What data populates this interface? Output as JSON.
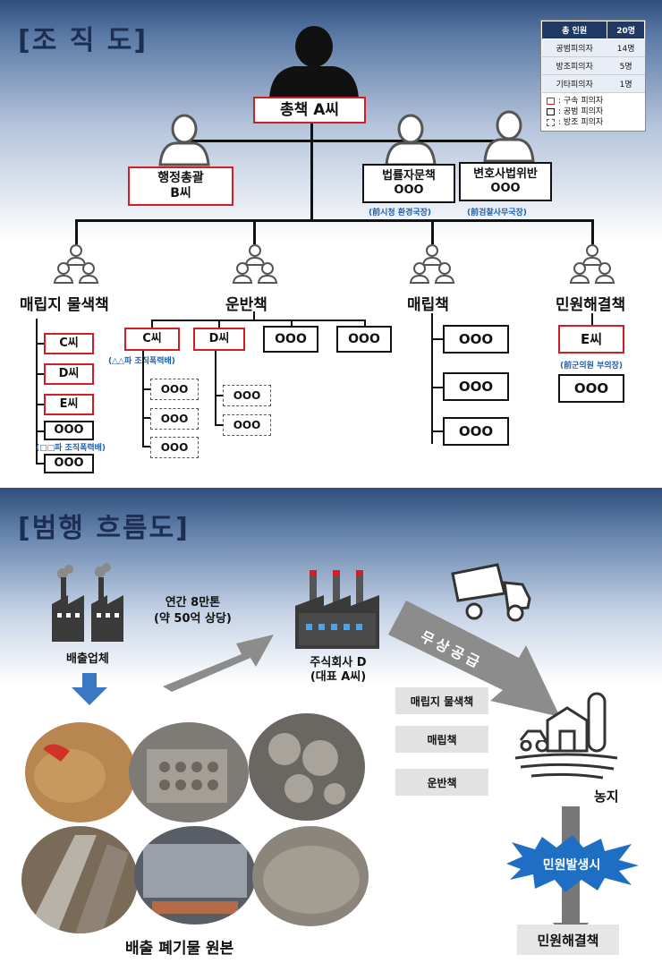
{
  "org": {
    "title": "[조 직 도]",
    "stats": {
      "header": [
        "총 인원",
        "20명"
      ],
      "rows": [
        [
          "공범피의자",
          "14명"
        ],
        [
          "방조피의자",
          "5명"
        ],
        [
          "기타피의자",
          "1명"
        ]
      ],
      "legend": [
        ": 구속 피의자",
        ": 공범 피의자",
        ": 방조 피의자"
      ]
    },
    "leader": "총책 A씨",
    "admin": [
      "행정총괄",
      "B씨"
    ],
    "legal": [
      "법률자문책",
      "OOO"
    ],
    "legal_note": "(前시청 환경국장)",
    "lawyer": [
      "변호사법위반",
      "OOO"
    ],
    "lawyer_note": "(前검찰사무국장)",
    "groups": [
      {
        "name": "매립지 물색책",
        "members": [
          "C씨",
          "D씨",
          "E씨",
          "OOO",
          "OOO"
        ],
        "note": "(□□파 조직폭력배)"
      },
      {
        "name": "운반책",
        "top": [
          "C씨",
          "D씨",
          "OOO",
          "OOO"
        ],
        "note": "(△△파 조직폭력배)",
        "sub": [
          "OOO",
          "OOO",
          "OOO",
          "OOO",
          "OOO"
        ]
      },
      {
        "name": "매립책",
        "members": [
          "OOO",
          "OOO",
          "OOO"
        ]
      },
      {
        "name": "민원해결책",
        "members": [
          "E씨",
          "OOO"
        ],
        "note": "(前군의원 부의장)"
      }
    ]
  },
  "flow": {
    "title": "[범행 흐름도]",
    "source": "배출업체",
    "amount": [
      "연간 8만톤",
      "(약 50억 상당)"
    ],
    "company": [
      "주식회사 D",
      "(대표 A씨)"
    ],
    "free_supply": "무상공급",
    "roles": [
      "매립지 물색책",
      "매립책",
      "운반책"
    ],
    "farm": "농지",
    "complaint": "민원발생시",
    "resolver": "민원해결책",
    "waste_caption": "배출 폐기물 원본"
  },
  "colors": {
    "red": "#d21f26",
    "navy": "#1f3864",
    "note_blue": "#1d5fb0"
  }
}
